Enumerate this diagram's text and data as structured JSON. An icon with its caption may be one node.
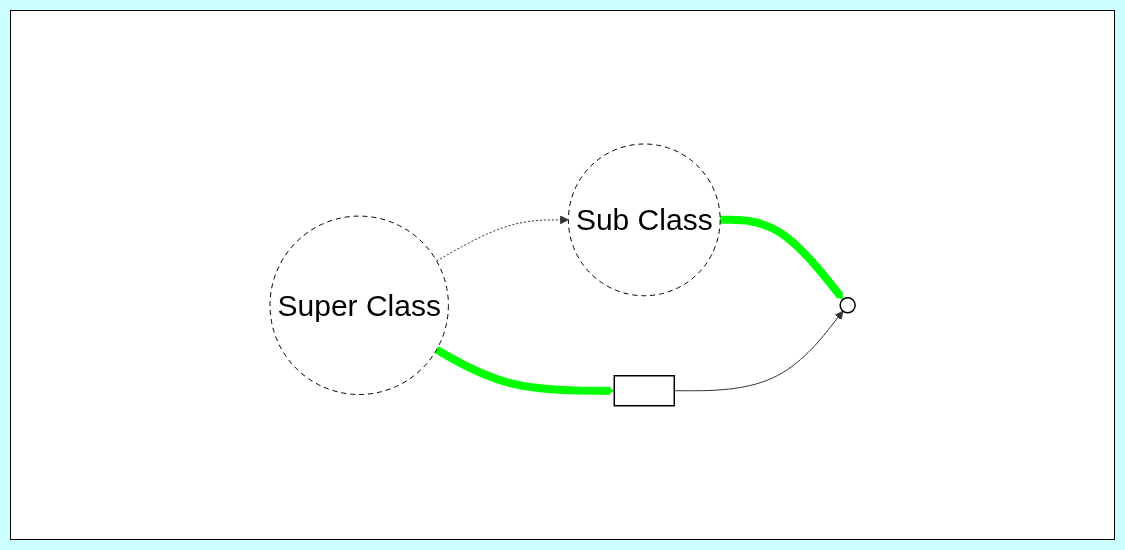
{
  "diagram": {
    "nodes": [
      {
        "text": [
          "Super Class"
        ]
      },
      {
        "text": [
          "Sub Class"
        ]
      },
      {
        "text": [],
        "shape": "box"
      },
      {
        "text": [],
        "shape": "circle"
      }
    ],
    "edges": [
      {
        "from": 0,
        "to": 1,
        "arrow": "to",
        "style": "dashed"
      },
      {
        "from": 0,
        "to": 2,
        "arrow": "to",
        "style": "thick",
        "color": "#00ff00"
      },
      {
        "from": 1,
        "to": 3,
        "arrow": "to",
        "style": "thick",
        "color": "#00ff00"
      },
      {
        "from": 2,
        "to": 3,
        "arrow": "to"
      }
    ]
  }
}
